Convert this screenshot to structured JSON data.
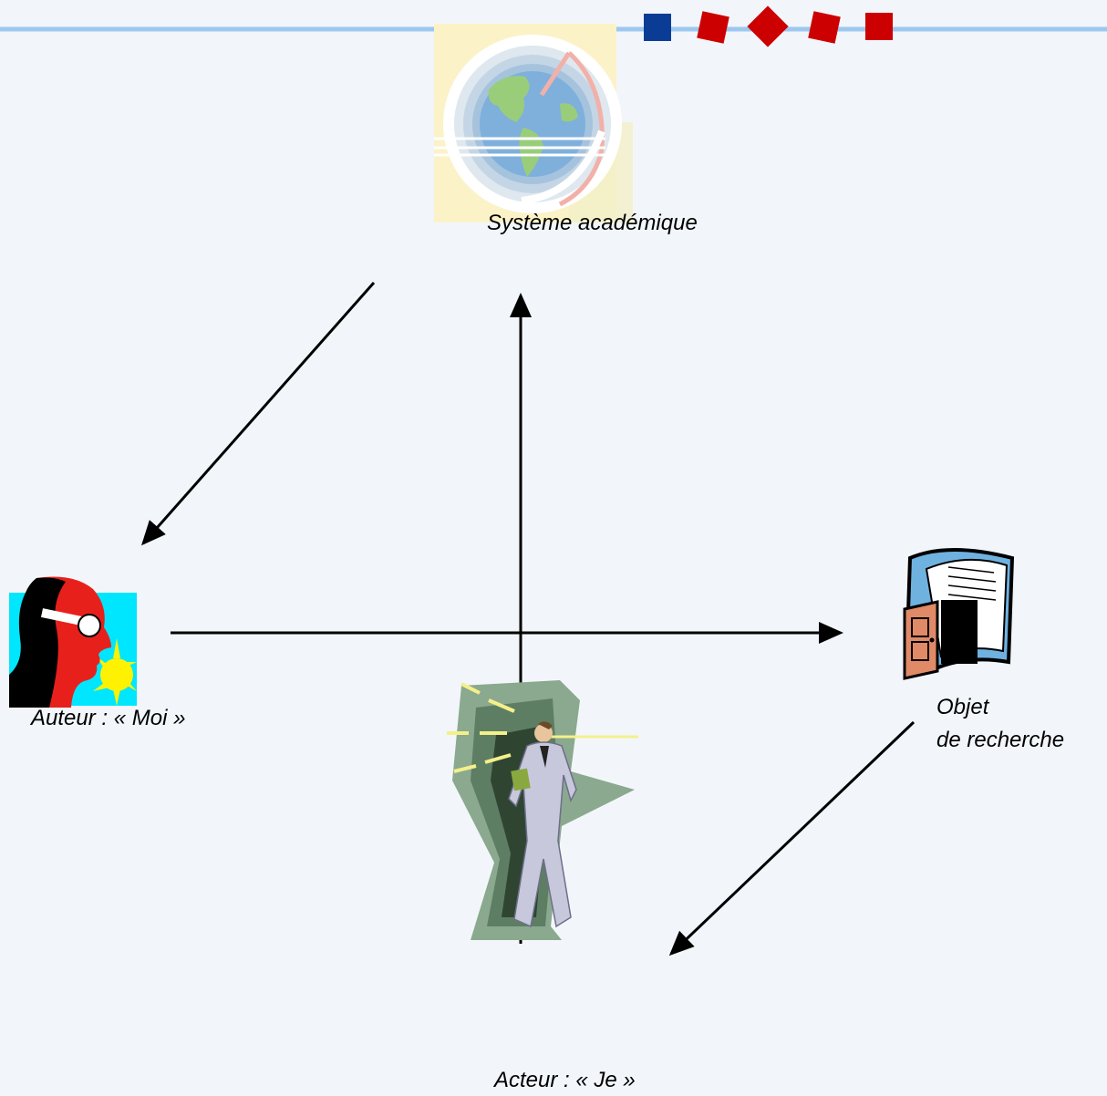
{
  "nodes": {
    "system": {
      "label": "Système académique",
      "icon": "globe-icon"
    },
    "author": {
      "label": "Auteur : « Moi »",
      "icon": "thinker-head-icon"
    },
    "object": {
      "label_line1": "Objet",
      "label_line2": "de recherche",
      "icon": "open-book-door-icon"
    },
    "actor": {
      "label": "Acteur : « Je »",
      "icon": "man-in-spotlight-icon"
    }
  },
  "header": {
    "rule_color": "#9cc8f0",
    "markers": [
      {
        "shape": "square",
        "color": "#0a3c96"
      },
      {
        "shape": "square-tilted",
        "color": "#cc0000"
      },
      {
        "shape": "diamond",
        "color": "#cc0000"
      },
      {
        "shape": "square-tilted",
        "color": "#cc0000"
      },
      {
        "shape": "square",
        "color": "#cc0000"
      }
    ]
  },
  "arrows": [
    {
      "from": "system",
      "to": "author"
    },
    {
      "from": "actor",
      "to": "system"
    },
    {
      "from": "author",
      "to": "object"
    },
    {
      "from": "object",
      "to": "actor"
    }
  ],
  "colors": {
    "background": "#f2f6fa",
    "arrow": "#000000"
  }
}
